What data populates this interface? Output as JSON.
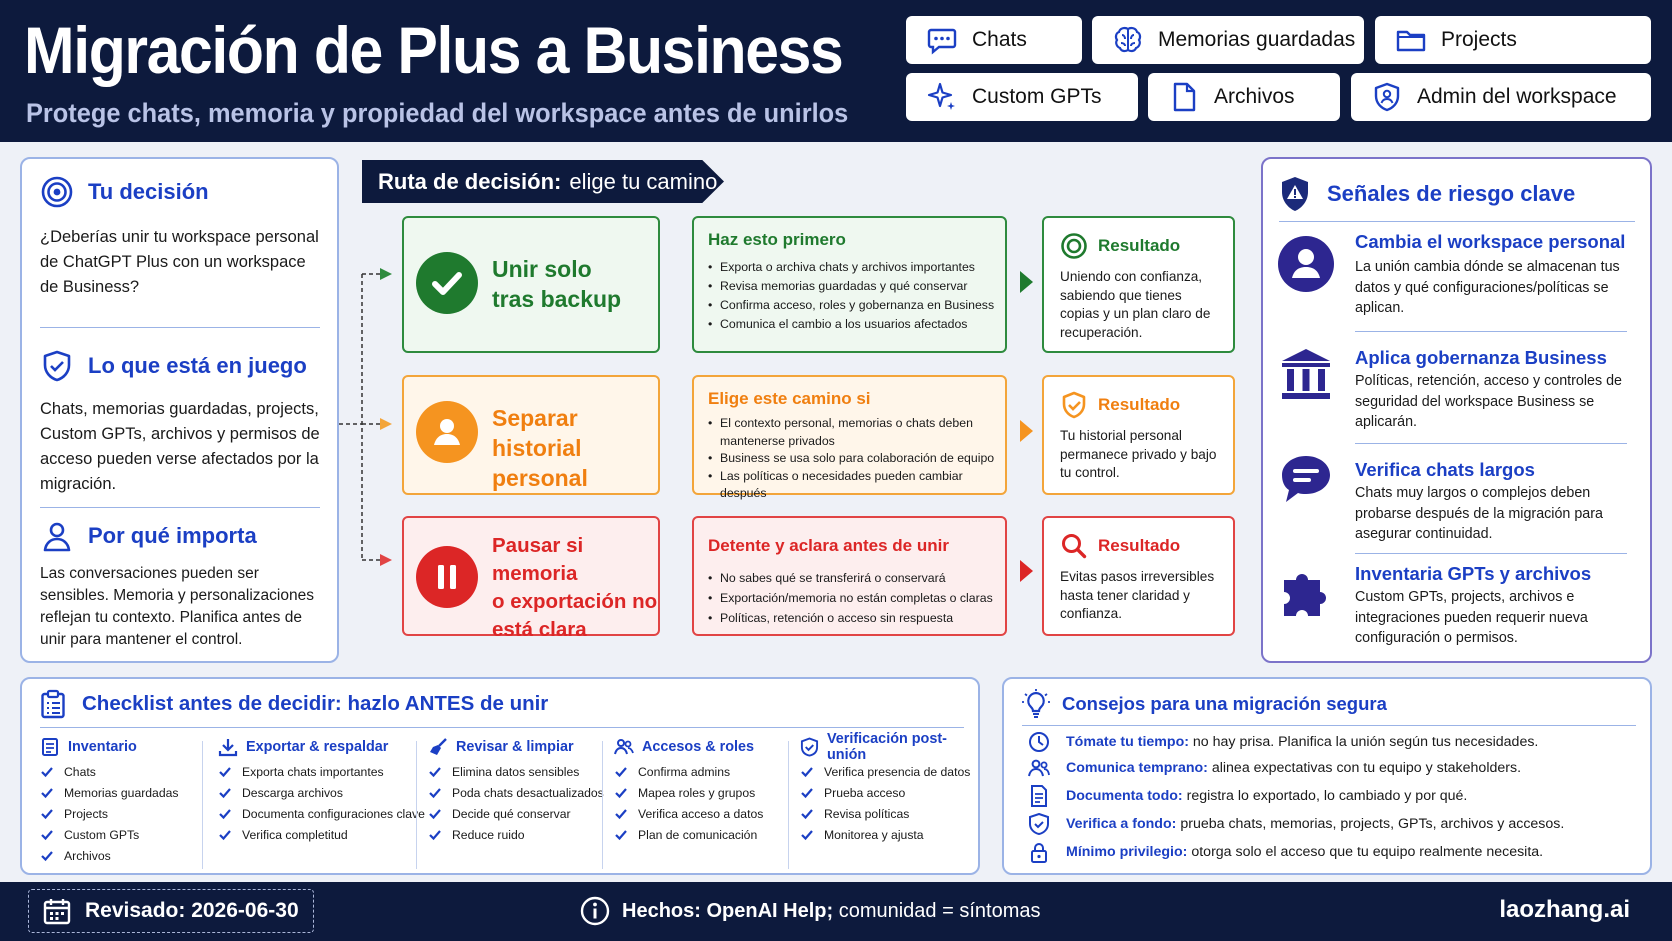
{
  "header": {
    "title": "Migración de Plus a Business",
    "subtitle": "Protege chats, memoria y propiedad del workspace antes de unirlos",
    "chips": [
      "Chats",
      "Memorias guardadas",
      "Projects",
      "Custom GPTs",
      "Archivos",
      "Admin del workspace"
    ]
  },
  "left": {
    "decision_title": "Tu decisión",
    "decision_text": "¿Deberías unir tu workspace personal de ChatGPT Plus con un workspace de Business?",
    "stake_title": "Lo que está en juego",
    "stake_text": "Chats, memorias guardadas, projects, Custom GPTs, archivos y permisos de acceso pueden verse afectados por la migración.",
    "why_title": "Por qué importa",
    "why_text": "Las conversaciones pueden ser sensibles. Memoria y personalizaciones reflejan tu contexto. Planifica antes de unir para mantener el control."
  },
  "route": {
    "bold": "Ruta de decisión:",
    "rest": "elige tu camino"
  },
  "options": [
    {
      "label_1": "Unir solo",
      "label_2": "tras backup",
      "mid_title": "Haz esto primero",
      "mid_items": [
        "Exporta o archiva chats y archivos importantes",
        "Revisa memorias guardadas y qué conservar",
        "Confirma acceso, roles y gobernanza en Business",
        "Comunica el cambio a los usuarios afectados"
      ],
      "result_title": "Resultado",
      "result_text": "Uniendo con confianza, sabiendo que tienes copias y un plan claro de recuperación."
    },
    {
      "label_1": "Separar historial",
      "label_2": "personal",
      "mid_title": "Elige este camino si",
      "mid_items": [
        "El contexto personal, memorias o chats deben mantenerse privados",
        "Business se usa solo para colaboración de equipo",
        "Las políticas o necesidades pueden cambiar después"
      ],
      "result_title": "Resultado",
      "result_text": "Tu historial personal permanece privado y bajo tu control."
    },
    {
      "label_1": "Pausar si memoria",
      "label_2": "o exportación no",
      "label_3": "está clara",
      "mid_title": "Detente y aclara antes de unir",
      "mid_items": [
        "No sabes qué se transferirá o conservará",
        "Exportación/memoria no están completas o claras",
        "Políticas, retención o acceso sin respuesta"
      ],
      "result_title": "Resultado",
      "result_text": "Evitas pasos irreversibles hasta tener claridad y confianza."
    }
  ],
  "risks": {
    "title": "Señales de riesgo clave",
    "items": [
      {
        "title": "Cambia el workspace personal",
        "text": "La unión cambia dónde se almacenan tus datos y qué configuraciones/políticas se aplican."
      },
      {
        "title": "Aplica gobernanza Business",
        "text": "Políticas, retención, acceso y controles de seguridad del workspace Business se aplicarán."
      },
      {
        "title": "Verifica chats largos",
        "text": "Chats muy largos o complejos deben probarse después de la migración para asegurar continuidad."
      },
      {
        "title": "Inventaria GPTs y archivos",
        "text": "Custom GPTs, projects, archivos e integraciones pueden requerir nueva configuración o permisos."
      }
    ]
  },
  "checklist": {
    "title": "Checklist antes de decidir: hazlo ANTES de unir",
    "columns": [
      {
        "title": "Inventario",
        "items": [
          "Chats",
          "Memorias guardadas",
          "Projects",
          "Custom GPTs",
          "Archivos"
        ]
      },
      {
        "title": "Exportar & respaldar",
        "items": [
          "Exporta chats importantes",
          "Descarga archivos",
          "Documenta configuraciones clave",
          "Verifica completitud"
        ]
      },
      {
        "title": "Revisar & limpiar",
        "items": [
          "Elimina datos sensibles",
          "Poda chats desactualizados",
          "Decide qué conservar",
          "Reduce ruido"
        ]
      },
      {
        "title": "Accesos & roles",
        "items": [
          "Confirma admins",
          "Mapea roles y grupos",
          "Verifica acceso a datos",
          "Plan de comunicación"
        ]
      },
      {
        "title": "Verificación post-unión",
        "items": [
          "Verifica presencia de datos",
          "Prueba acceso",
          "Revisa políticas",
          "Monitorea y ajusta"
        ]
      }
    ]
  },
  "tips": {
    "title": "Consejos para una migración segura",
    "items": [
      {
        "bold": "Tómate tu tiempo:",
        "text": "no hay prisa. Planifica la unión según tus necesidades."
      },
      {
        "bold": "Comunica temprano:",
        "text": "alinea expectativas con tu equipo y stakeholders."
      },
      {
        "bold": "Documenta todo:",
        "text": "registra lo exportado, lo cambiado y por qué."
      },
      {
        "bold": "Verifica a fondo:",
        "text": "prueba chats, memorias, projects, GPTs, archivos y accesos."
      },
      {
        "bold": "Mínimo privilegio:",
        "text": "otorga solo el acceso que tu equipo realmente necesita."
      }
    ]
  },
  "footer": {
    "revised": "Revisado: 2026-06-30",
    "facts_bold": "Hechos: OpenAI Help;",
    "facts_rest": "comunidad = síntomas",
    "brand": "laozhang.ai"
  },
  "colors": {
    "navy": "#0d1a3d",
    "blue": "#1b3fc4",
    "green": "#2e8b3e",
    "orange": "#f3a53a",
    "red": "#e14444"
  }
}
